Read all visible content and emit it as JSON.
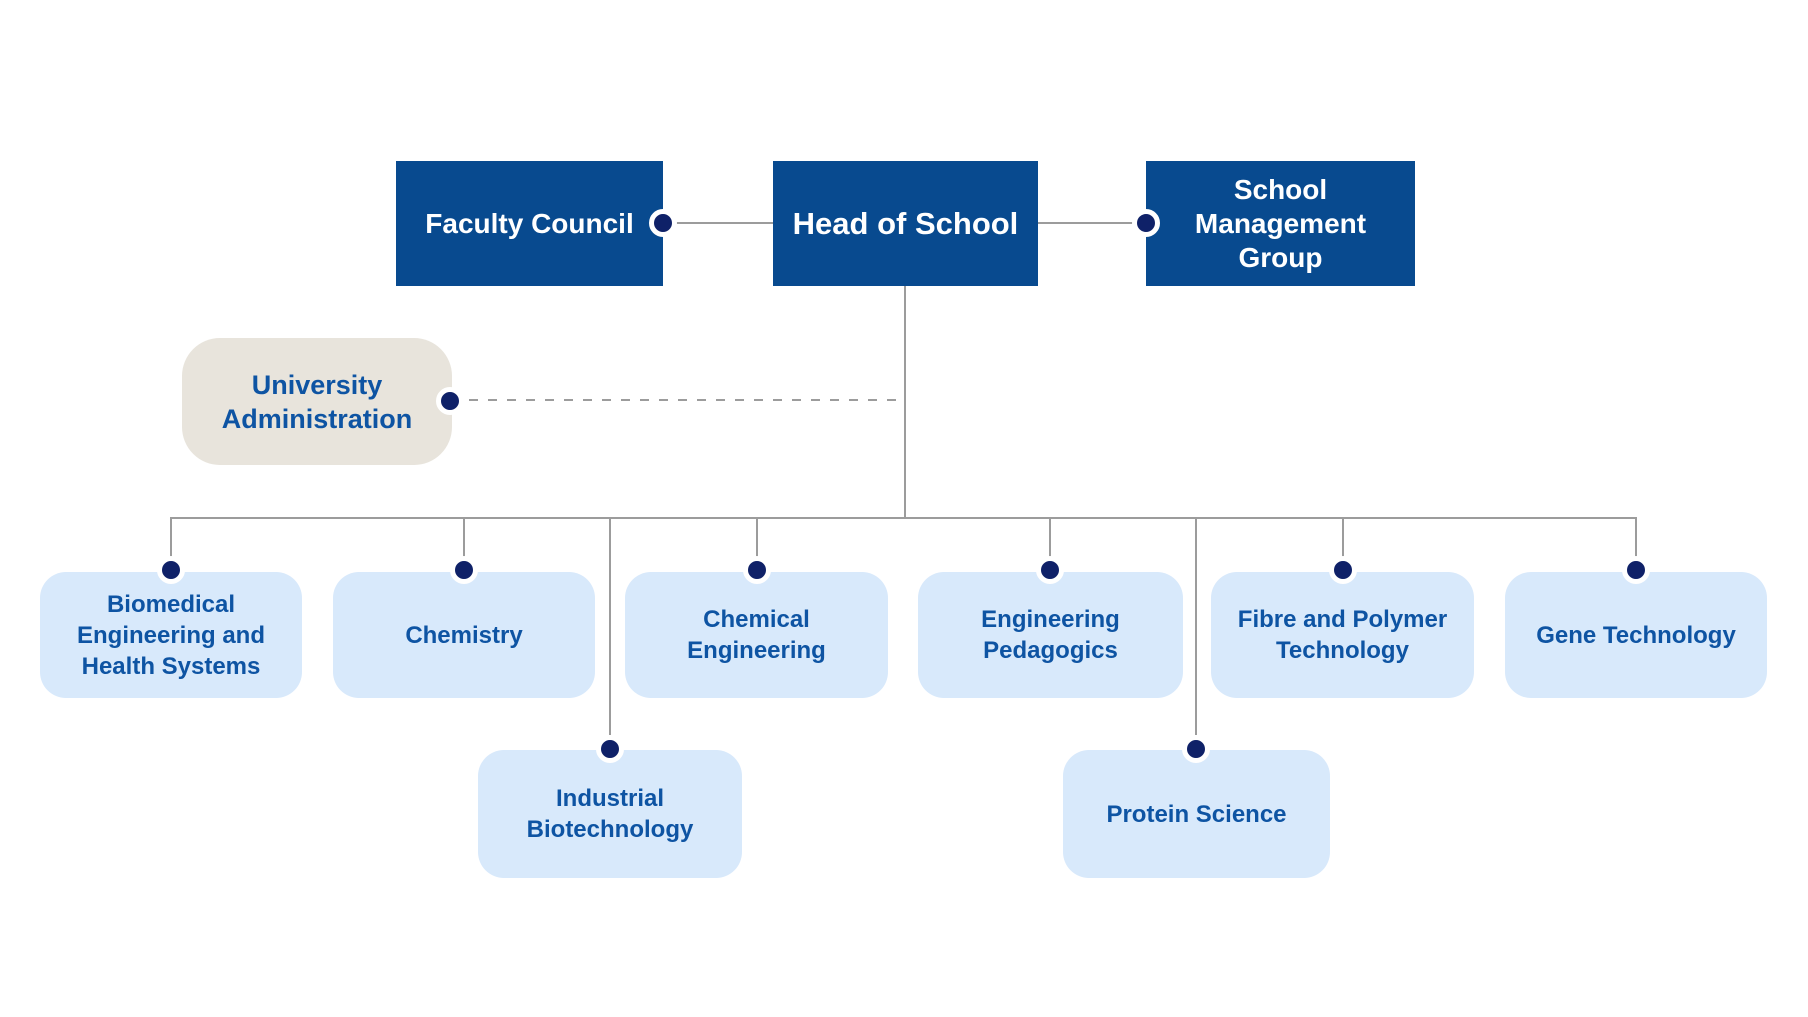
{
  "nodes": {
    "faculty_council": "Faculty Council",
    "head_of_school": "Head of School",
    "school_management_group": "School Management Group",
    "university_administration": "University Administration",
    "biomedical_engineering": "Biomedical Engineering and Health Systems",
    "chemistry": "Chemistry",
    "chemical_engineering": "Chemical Engineering",
    "engineering_pedagogics": "Engineering Pedagogics",
    "fibre_and_polymer": "Fibre and Polymer Technology",
    "gene_technology": "Gene Technology",
    "industrial_biotechnology": "Industrial Biotechnology",
    "protein_science": "Protein Science"
  },
  "structure": {
    "root": "Head of School",
    "lateral_solid_links": [
      "Faculty Council",
      "School Management Group"
    ],
    "lateral_dashed_link": "University Administration",
    "departments_reporting_to_root": [
      "Biomedical Engineering and Health Systems",
      "Chemistry",
      "Chemical Engineering",
      "Engineering Pedagogics",
      "Fibre and Polymer Technology",
      "Gene Technology",
      "Industrial Biotechnology",
      "Protein Science"
    ]
  },
  "colors": {
    "primary_box": "#084A8F",
    "primary_text": "#FFFFFF",
    "department_box": "#D8E9FB",
    "department_text": "#0E54A3",
    "external_box": "#E8E4DC",
    "connector_line": "#9C9C9C",
    "connector_dot": "#0F2168",
    "background": "#FFFFFF"
  }
}
